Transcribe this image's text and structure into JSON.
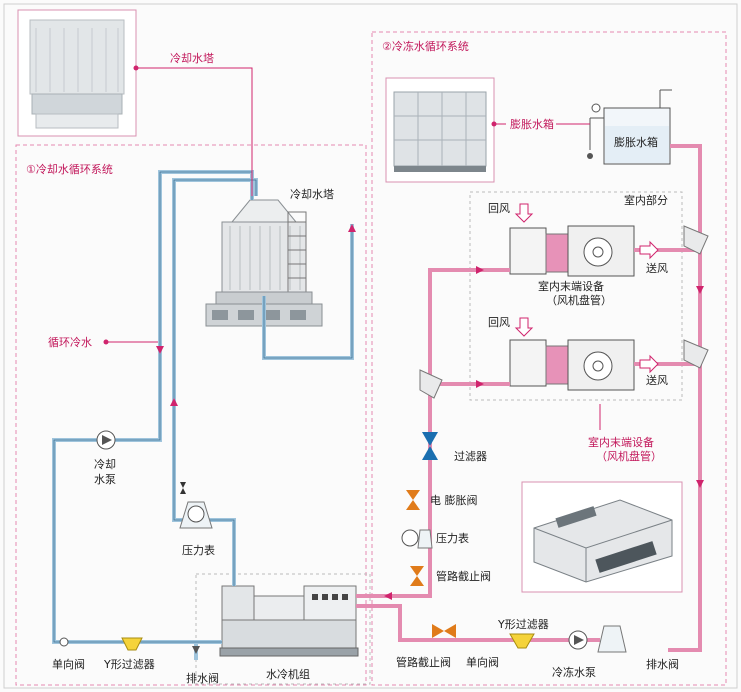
{
  "sections": {
    "cooling_water_system": "①冷却水循环系统",
    "chilled_water_system": "②冷冻水循环系统",
    "indoor_part": "室内部分"
  },
  "labels": {
    "cooling_tower_callout": "冷却水塔",
    "cooling_tower_main": "冷却水塔",
    "circulating_cooling_water": "循环冷水",
    "cooling_pump": [
      "冷却",
      "水泵"
    ],
    "pressure_gauge_left": "压力表",
    "check_valve_left": "单向阀",
    "y_filter_left": "Y形过滤器",
    "drain_valve_left": "排水阀",
    "chiller_unit": "水冷机组",
    "expansion_tank_callout": "膨胀水箱",
    "expansion_tank_main": "膨胀水箱",
    "return_air_1": "回风",
    "return_air_2": "回风",
    "supply_air_1": "送风",
    "supply_air_2": "送风",
    "fcu_upper": [
      "室内末端设备",
      "（风机盘管）"
    ],
    "fcu_callout": [
      "室内末端设备",
      "（风机盘管）"
    ],
    "filter": "过滤器",
    "expansion_valve": "电 膨胀阀",
    "pressure_gauge_right": "压力表",
    "shutoff_valve_vertical": "管路截止阀",
    "shutoff_valve_bottom": "管路截止阀",
    "check_valve_bottom": "单向阀",
    "y_filter_right": "Y形过滤器",
    "chilled_pump": "冷冻水泵",
    "drain_valve_right": "排水阀"
  },
  "colors": {
    "cooling_pipe": "#9fc4dc",
    "chilled_pipe": "#e48bb0",
    "section_border": "#e68ab0",
    "accent": "#c2185b",
    "valve_blue": "#1a6fb0",
    "valve_orange": "#e07b1a",
    "filter_yellow": "#f5d33a"
  }
}
